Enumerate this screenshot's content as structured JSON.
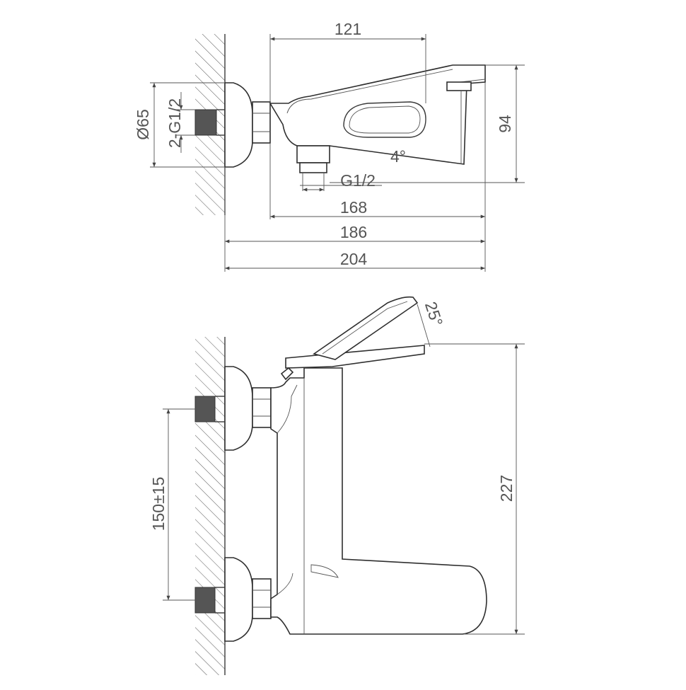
{
  "drawing": {
    "top_view": {
      "dim_width_top": "121",
      "dim_height_right": "94",
      "dim_diameter": "Ø65",
      "dim_inlet_thread": "2-G1/2",
      "dim_angle_spout": "4°",
      "dim_outlet_thread": "G1/2",
      "dim_168": "168",
      "dim_186": "186",
      "dim_204": "204"
    },
    "front_view": {
      "dim_lever_angle": "25°",
      "dim_height_total": "227",
      "dim_centers": "150±15"
    },
    "colors": {
      "line": "#3a3a3a",
      "text": "#555555",
      "background": "#ffffff"
    }
  }
}
